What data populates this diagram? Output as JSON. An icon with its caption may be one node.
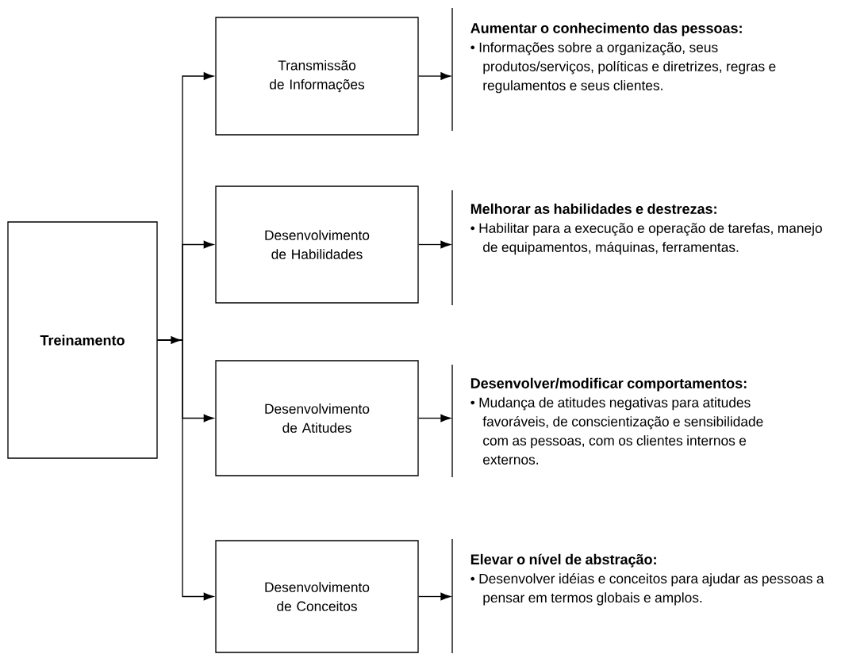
{
  "diagram": {
    "nodes": [
      {
        "text": [
          "Treinamento"
        ]
      },
      {
        "text": [
          "Transmissão de Informações"
        ]
      },
      {
        "text": [
          "Desenvolvimento de Habilidades"
        ]
      },
      {
        "text": [
          "Desenvolvimento de Atitudes"
        ]
      },
      {
        "text": [
          "Desenvolvimento de Conceitos"
        ]
      },
      {
        "text": [
          "Aumentar o conhecimento das pessoas:",
          "• Informações sobre a organização, seus produtos/serviços, políticas e diretrizes, regras e regulamentos e seus clientes."
        ]
      },
      {
        "text": [
          "Melhorar as habilidades e destrezas:",
          "• Habilitar para a execução e operação de tarefas, manejo de equipamentos, máquinas, ferramentas."
        ]
      },
      {
        "text": [
          "Desenvolver/modificar comportamentos:",
          "• Mudança de atitudes negativas para atitudes favoráveis, de conscientização e sensibilidade com as pessoas, com os clientes internos e externos."
        ]
      },
      {
        "text": [
          "Elevar o nível de abstração:",
          "• Desenvolver idéias e conceitos para ajudar as pessoas a pensar em termos globais e amplos."
        ]
      }
    ],
    "edges": [
      {
        "from": 0,
        "to": 1,
        "arrow": "to"
      },
      {
        "from": 0,
        "to": 2,
        "arrow": "to"
      },
      {
        "from": 0,
        "to": 3,
        "arrow": "to"
      },
      {
        "from": 0,
        "to": 4,
        "arrow": "to"
      },
      {
        "from": 1,
        "to": 5,
        "arrow": "to"
      },
      {
        "from": 2,
        "to": 6,
        "arrow": "to"
      },
      {
        "from": 3,
        "to": 7,
        "arrow": "to"
      },
      {
        "from": 4,
        "to": 8,
        "arrow": "to"
      }
    ]
  }
}
